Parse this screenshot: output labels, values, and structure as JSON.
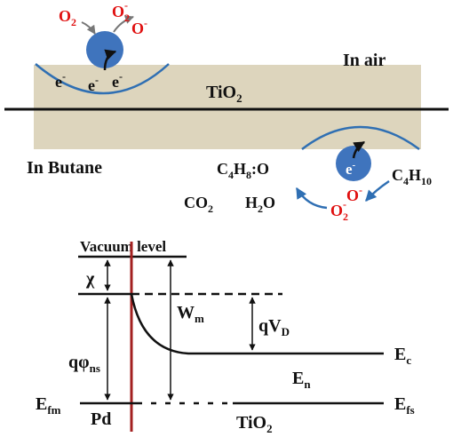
{
  "labels": {
    "in_air": "In air",
    "in_butane": "In Butane",
    "tio2_layer": {
      "base": "TiO",
      "sub": "2"
    },
    "tio2_bottom": {
      "base": "TiO",
      "sub": "2"
    },
    "electron": "e",
    "electron_charge": "-",
    "o2_gas": {
      "base": "O",
      "sub": "2"
    },
    "o2_ion_top": {
      "base": "O",
      "sub": "2",
      "sup": "-"
    },
    "o_ion_top": {
      "base": "O",
      "sup": "-"
    },
    "o_ion_bottom": {
      "base": "O",
      "sup": "-"
    },
    "o2_ion_bottom": {
      "base": "O",
      "sub": "2",
      "sup": "-"
    },
    "butane": {
      "a": "C",
      "a_sub": "4",
      "b": "H",
      "b_sub": "10"
    },
    "butene_oxide": {
      "a": "C",
      "a_sub": "4",
      "b": "H",
      "b_sub": "8",
      "c": ":O"
    },
    "co2": {
      "base": "CO",
      "sub": "2"
    },
    "h2o": {
      "a": "H",
      "a_sub": "2",
      "b": "O"
    },
    "vacuum_level": "Vacuum level",
    "chi": "χ",
    "phi_ns": {
      "base": "qφ",
      "sub": "ns"
    },
    "wm": {
      "base": "W",
      "sub": "m"
    },
    "qvd": {
      "base": "qV",
      "sub": "D"
    },
    "ec": {
      "base": "E",
      "sub": "c"
    },
    "en": {
      "base": "E",
      "sub": "n"
    },
    "efm": {
      "base": "E",
      "sub": "fm"
    },
    "efs": {
      "base": "E",
      "sub": "fs"
    },
    "pd": "Pd"
  },
  "colors": {
    "tio2_band": "#ddd5bd",
    "electron_ball": "#3f74bd",
    "arc_blue": "#2f6fb3",
    "pd_line": "#a32020",
    "ion_red": "#e01010",
    "arrow_gray": "#777777"
  }
}
